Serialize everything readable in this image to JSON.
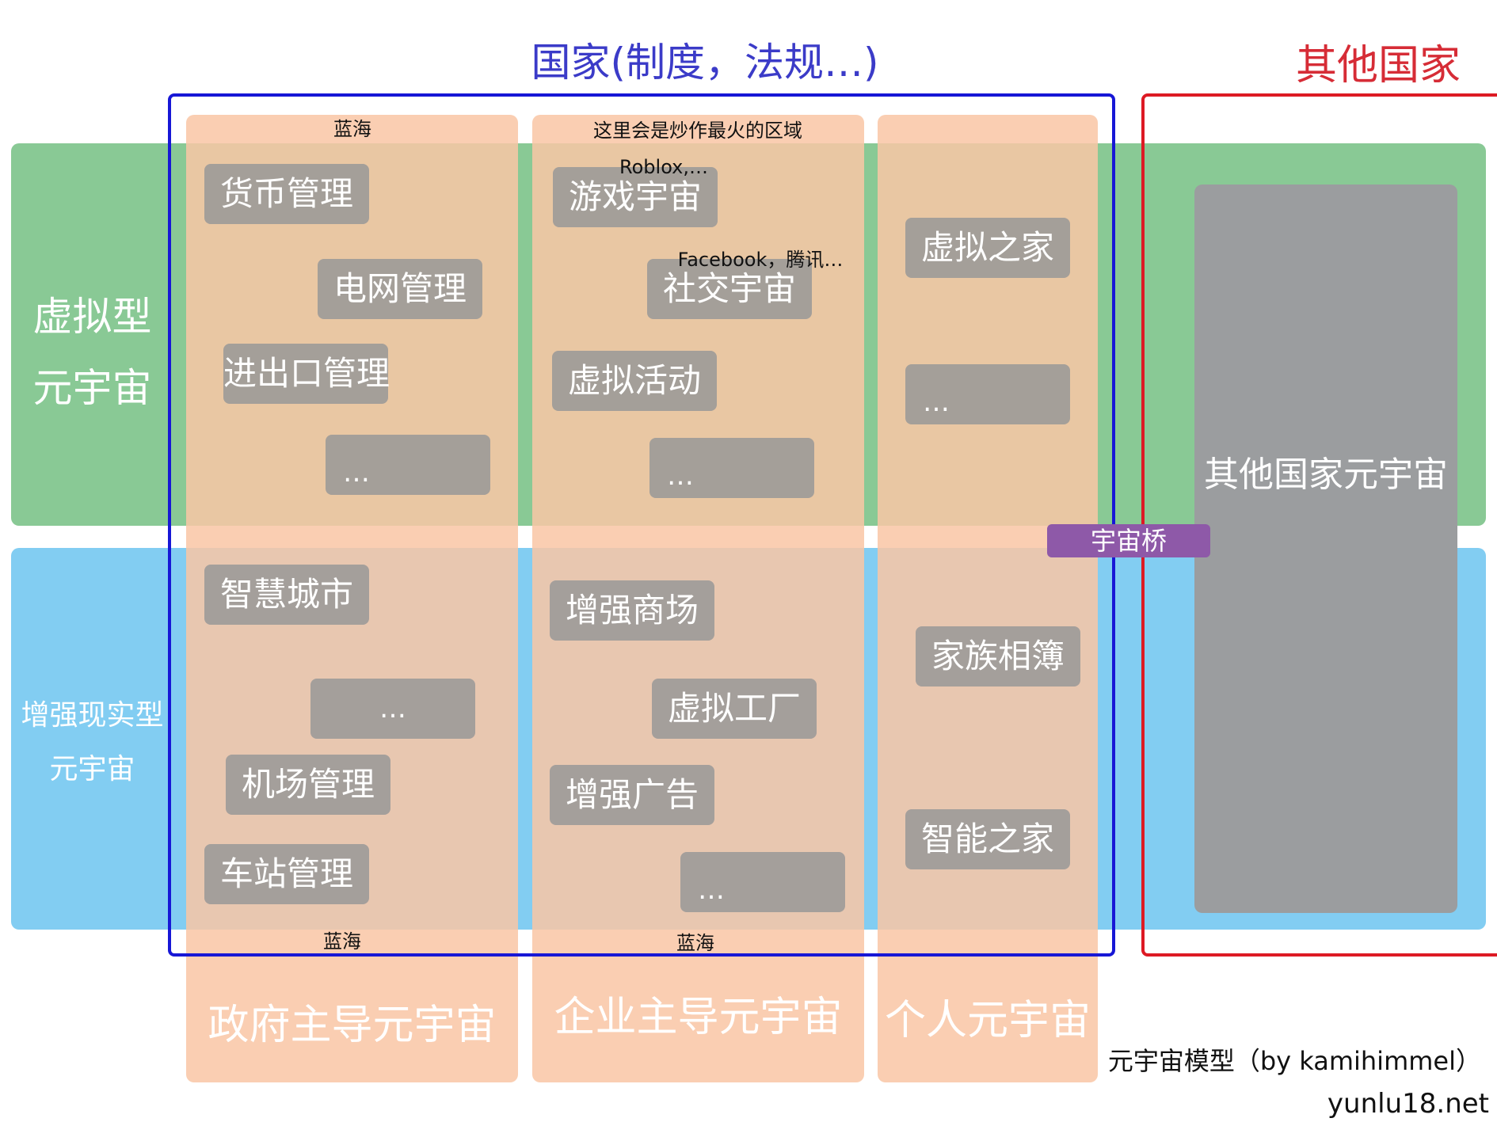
{
  "header": {
    "country_title": "国家(制度，法规…)",
    "other_country_title": "其他国家"
  },
  "rows": {
    "virtual": {
      "line1": "虚拟型",
      "line2": "元宇宙"
    },
    "ar": {
      "line1": "增强现实型",
      "line2": "元宇宙"
    }
  },
  "columns": {
    "gov": {
      "title": "政府主导元宇宙",
      "top_note": "蓝海",
      "bottom_note": "蓝海",
      "virtual_items": [
        "货币管理",
        "电网管理",
        "进出口管理",
        "…"
      ],
      "ar_items": [
        "智慧城市",
        "…",
        "机场管理",
        "车站管理"
      ]
    },
    "ent": {
      "title": "企业主导元宇宙",
      "top_note": "这里会是炒作最火的区域",
      "bottom_note": "蓝海",
      "virtual_items": [
        "游戏宇宙",
        "社交宇宙",
        "虚拟活动",
        "…"
      ],
      "virtual_notes": [
        "Roblox,…",
        "Facebook，腾讯…"
      ],
      "ar_items": [
        "增强商场",
        "虚拟工厂",
        "增强广告",
        "…"
      ]
    },
    "personal": {
      "title": "个人元宇宙",
      "virtual_items": [
        "虚拟之家",
        "…"
      ],
      "ar_items": [
        "家族相簿",
        "智能之家"
      ]
    }
  },
  "other": {
    "label": "其他国家元宇宙"
  },
  "bridge": {
    "label": "宇宙桥"
  },
  "footer": {
    "caption": "元宇宙模型（by kamihimmel）",
    "site": "yunlu18.net"
  },
  "colors": {
    "virtual_band": "#89c995",
    "ar_band": "#82cdf2",
    "column": "#f9c6a5",
    "item": "#989898",
    "country_frame": "#1717d6",
    "other_frame": "#dd1a24",
    "bridge": "#8e59a8"
  }
}
